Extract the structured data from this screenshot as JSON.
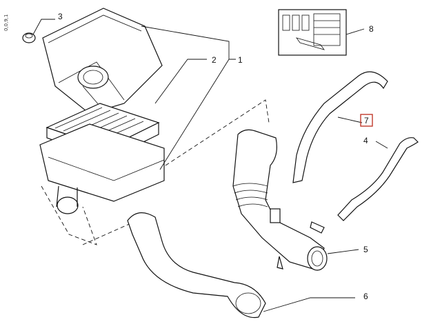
{
  "diagram": {
    "side_code": "0,0,9,1",
    "callouts": [
      {
        "id": "c1",
        "label": "1"
      },
      {
        "id": "c2",
        "label": "2"
      },
      {
        "id": "c3",
        "label": "3"
      },
      {
        "id": "c4",
        "label": "4"
      },
      {
        "id": "c5",
        "label": "5"
      },
      {
        "id": "c6",
        "label": "6"
      },
      {
        "id": "c7",
        "label": "7",
        "highlighted": true
      },
      {
        "id": "c8",
        "label": "8"
      }
    ],
    "highlight_color": "#c0392b"
  }
}
